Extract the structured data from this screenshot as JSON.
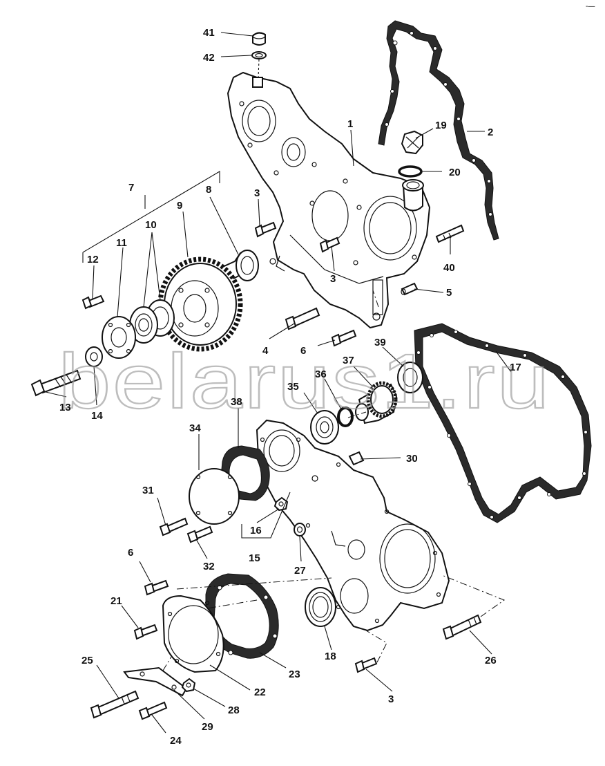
{
  "watermark": "belarus1.ru",
  "corner_mark": "-—",
  "part_numbers": [
    "1",
    "2",
    "3",
    "3",
    "3",
    "4",
    "5",
    "6",
    "6",
    "7",
    "8",
    "9",
    "10",
    "11",
    "12",
    "13",
    "14",
    "15",
    "16",
    "17",
    "18",
    "19",
    "20",
    "21",
    "22",
    "23",
    "24",
    "25",
    "26",
    "27",
    "28",
    "29",
    "30",
    "31",
    "32",
    "34",
    "35",
    "36",
    "37",
    "38",
    "39",
    "40",
    "41",
    "42"
  ]
}
